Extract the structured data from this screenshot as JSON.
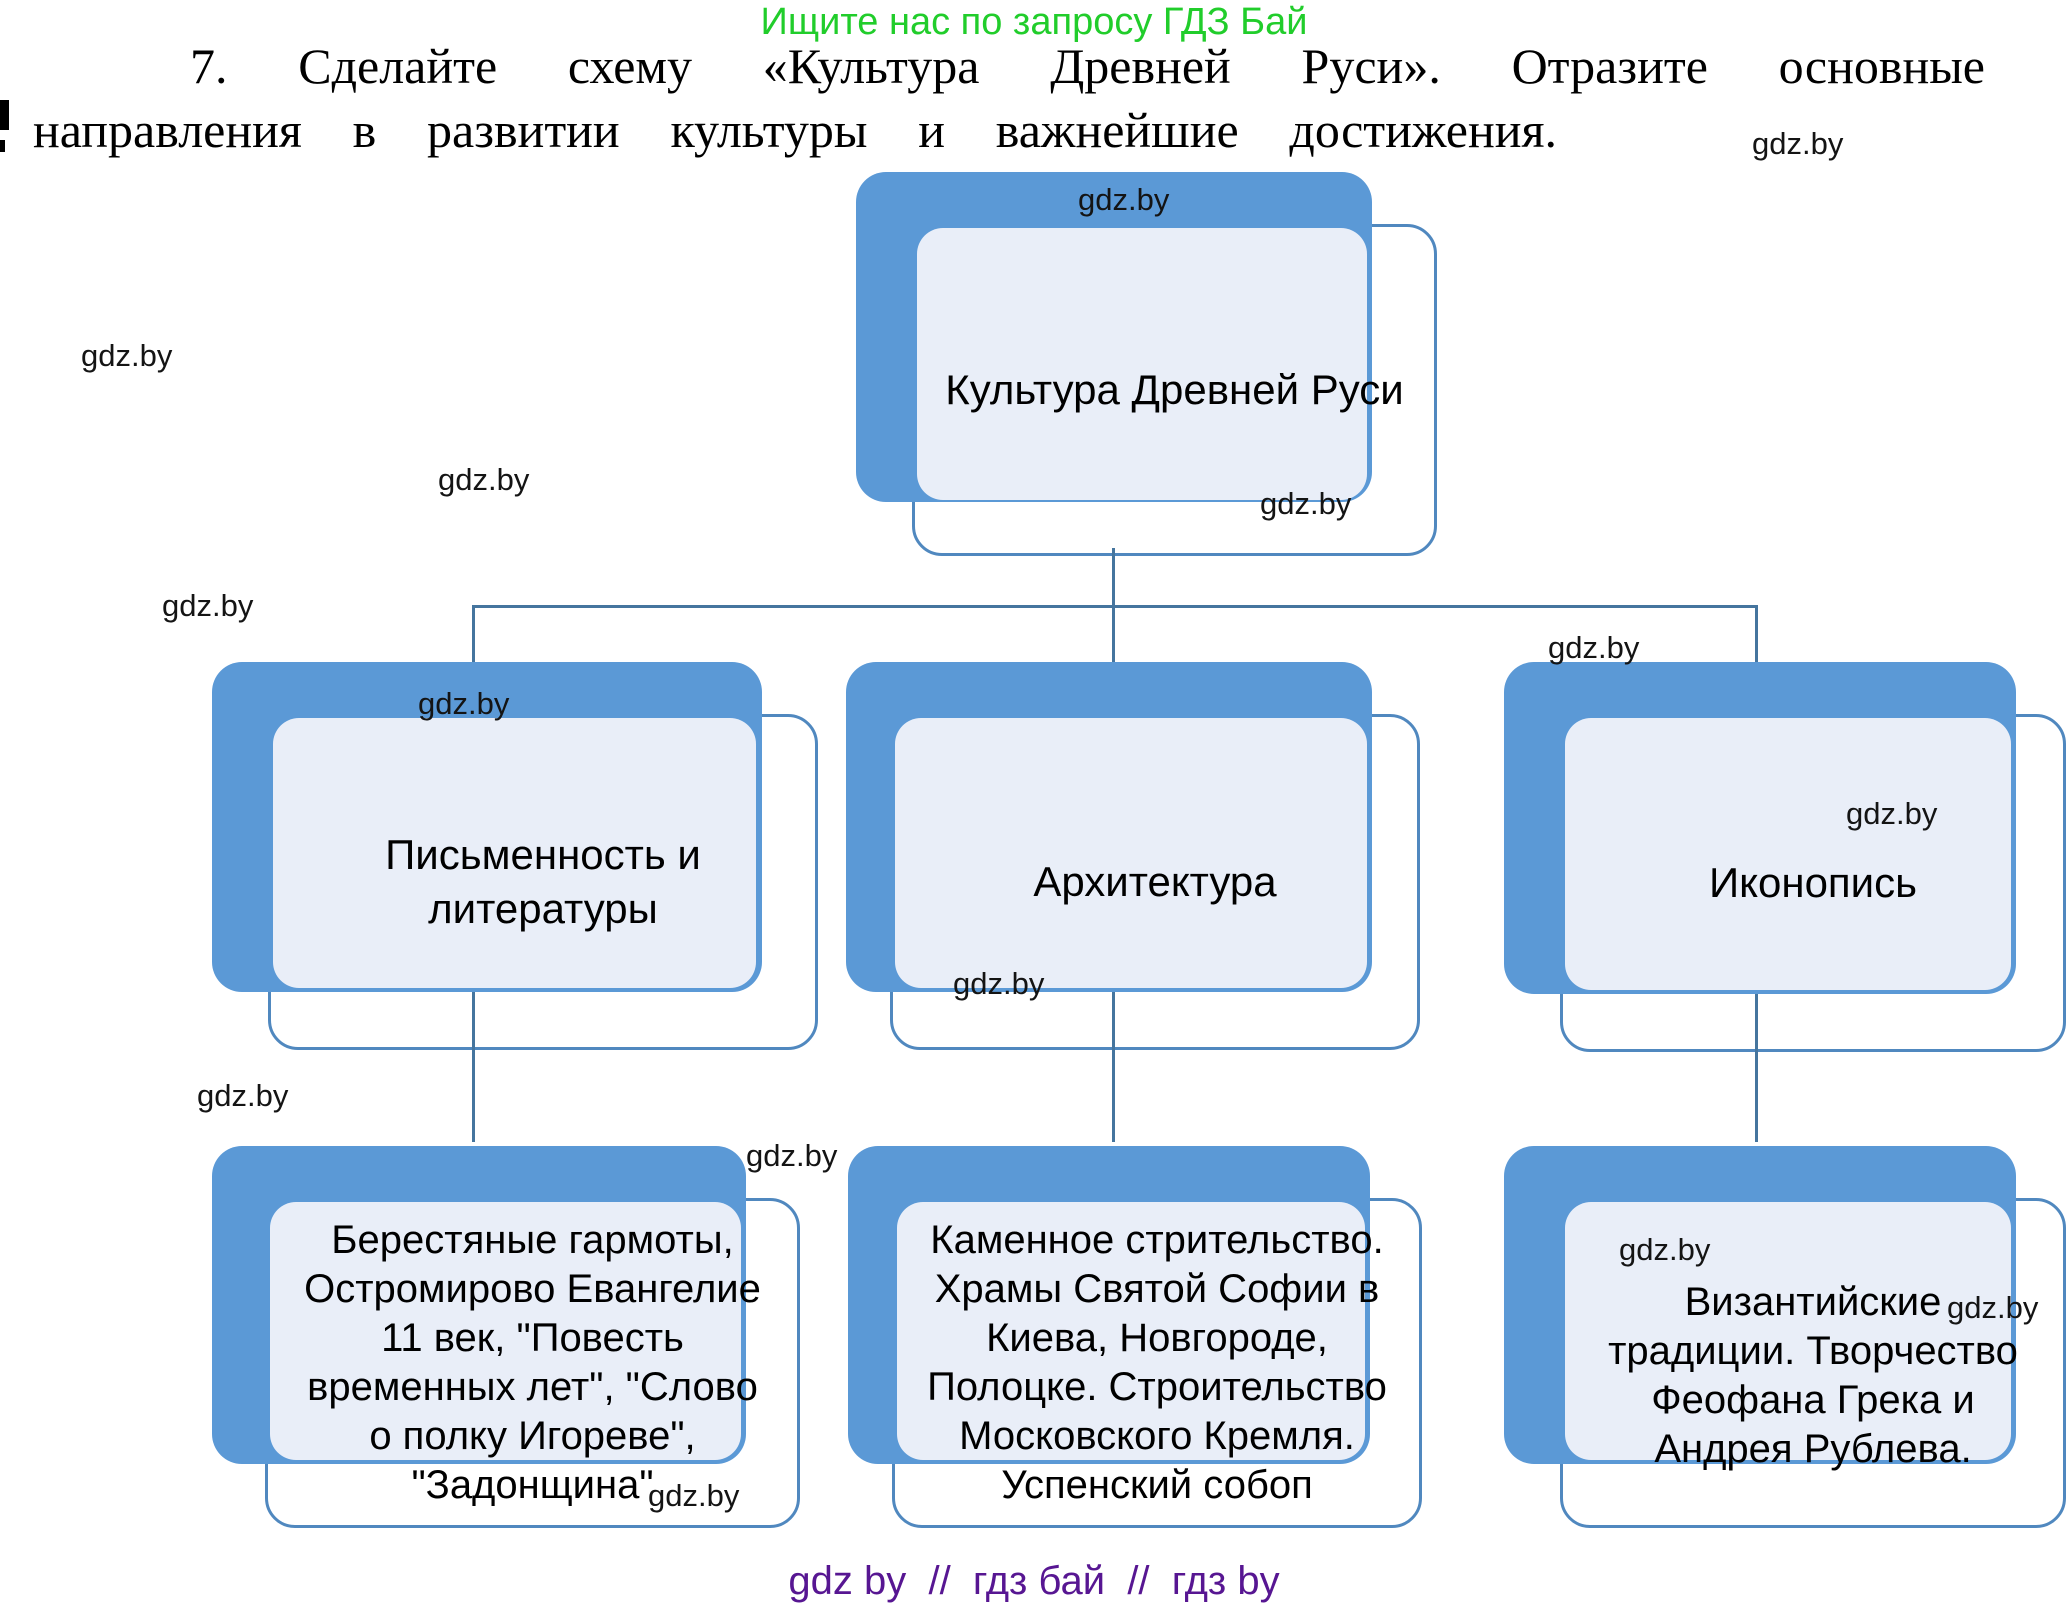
{
  "promo": {
    "text": "Ищите нас по запросу ГДЗ Бай",
    "color": "#21cd2b"
  },
  "task": {
    "line1": "7. Сделайте схему «Культура Древней Руси». Отразите основные",
    "line2": "направления в развитии культуры и важнейшие достижения."
  },
  "diagram": {
    "root": {
      "label": "Культура Древней Руси"
    },
    "branches": [
      {
        "id": "writing",
        "label": "Письменность и\nлитературы"
      },
      {
        "id": "architecture",
        "label": "Архитектура"
      },
      {
        "id": "iconography",
        "label": "Иконопись"
      }
    ],
    "details": [
      {
        "for": "writing",
        "text": "Берестяные гармоты,\nОстромирово Евангелие\n11 век, \"Повесть\nвременных лет\", \"Слово\nо полку Игореве\",\n\"Задонщина\""
      },
      {
        "for": "architecture",
        "text": "Каменное стрительство.\nХрамы Святой Софии в\nКиева, Новгороде,\nПолоцке. Строительство\nМосковского Кремля.\nУспенский собоп"
      },
      {
        "for": "iconography",
        "text": "Византийские\nтрадиции. Творчество\nФеофана Грека и\nАндрея Рублева."
      }
    ]
  },
  "watermark": {
    "label": "gdz.by"
  },
  "footer": {
    "text": "gdz by  //  гдз бай  //  гдз by",
    "color": "#571692"
  },
  "colors": {
    "node_fill": "#5b99d6",
    "node_border": "#5088bf",
    "panel_fill": "#e9eef8",
    "connector": "#45759e",
    "promo_green": "#21cd2b",
    "footer_purple": "#571692",
    "watermark": "#141414"
  }
}
